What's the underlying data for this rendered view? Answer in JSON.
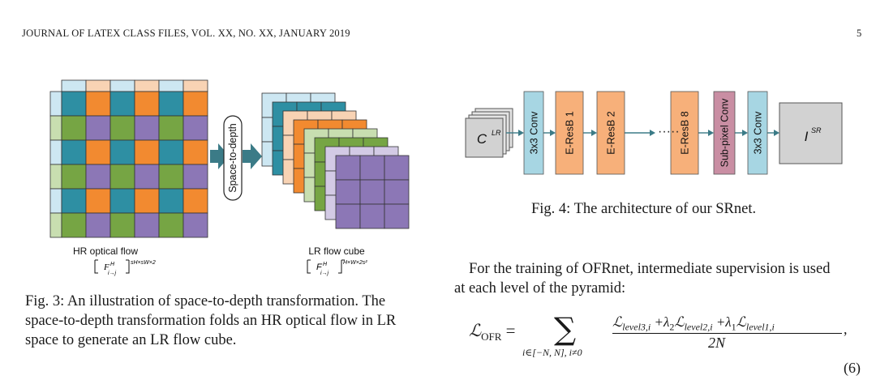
{
  "header": {
    "journal": "JOURNAL OF LATEX CLASS FILES, VOL. XX, NO. XX, JANUARY 2019",
    "page_number": "5"
  },
  "fig3": {
    "label_sd": "Space-to-depth",
    "hr_label": "HR optical flow",
    "lr_label": "LR flow cube",
    "hr_sym": "F",
    "hr_sub": "i→j",
    "hr_sup_h": "H",
    "hr_dim": "sH×sW×2",
    "lr_dim": "H×W×2s²",
    "caption_lines": [
      "Fig. 3: An illustration of space-to-depth transformation. The",
      "space-to-depth transformation folds an HR optical flow in LR",
      "space to generate an LR flow cube."
    ]
  },
  "fig4": {
    "input": "C",
    "input_sup": "LR",
    "blocks": [
      "3x3 Conv",
      "E-ResB 1",
      "E-ResB 2",
      "E-ResB 8",
      "Sub-pixel Conv",
      "3x3 Conv"
    ],
    "dots": "·····",
    "output": "I",
    "output_sup": "SR",
    "caption": "Fig. 4: The architecture of our SRnet."
  },
  "body": {
    "para_lines": [
      "For the training of OFRnet, intermediate supervision is used",
      "at each level of the pyramid:"
    ]
  },
  "equation": {
    "lhs": "ℒ",
    "lhs_sub": "OFR",
    "sum_sub": "i∈[−N, N], i≠0",
    "numerator": "ℒlevel3,i +λ2ℒlevel2,i +λ1ℒlevel1,i",
    "denominator": "2N",
    "number": "(6)"
  },
  "colors": {
    "teal": "#2e8fa3",
    "green": "#76a544",
    "orange": "#f28a30",
    "purple": "#8c77b6",
    "light_blue": "#cde7f2",
    "light_green": "#c8deb0",
    "peach": "#f8d3b4",
    "lavender": "#d3cae5",
    "conv": "#a7d6e3",
    "eresb": "#f7b07a",
    "subpixel": "#c98ea3",
    "io": "#d2d2d2",
    "arrow": "#3b7b87"
  }
}
